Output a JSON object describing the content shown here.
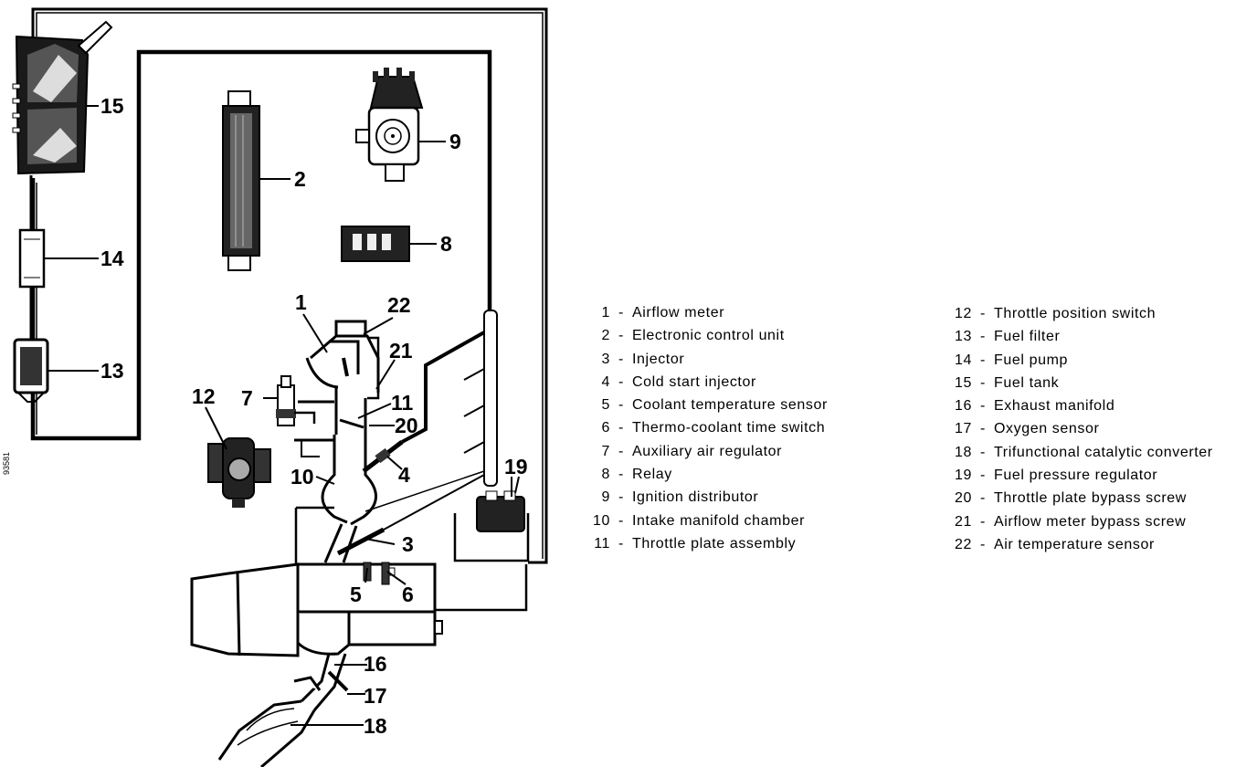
{
  "figure_code": "93581",
  "legend": {
    "left": [
      {
        "num": "1",
        "label": "Airflow meter"
      },
      {
        "num": "2",
        "label": "Electronic control unit"
      },
      {
        "num": "3",
        "label": "Injector"
      },
      {
        "num": "4",
        "label": "Cold start injector"
      },
      {
        "num": "5",
        "label": "Coolant temperature sensor"
      },
      {
        "num": "6",
        "label": "Thermo-coolant time switch"
      },
      {
        "num": "7",
        "label": "Auxiliary air regulator"
      },
      {
        "num": "8",
        "label": "Relay"
      },
      {
        "num": "9",
        "label": "Ignition distributor"
      },
      {
        "num": "10",
        "label": "Intake manifold chamber"
      },
      {
        "num": "11",
        "label": "Throttle plate assembly"
      }
    ],
    "right": [
      {
        "num": "12",
        "label": "Throttle position switch"
      },
      {
        "num": "13",
        "label": "Fuel filter"
      },
      {
        "num": "14",
        "label": "Fuel pump"
      },
      {
        "num": "15",
        "label": "Fuel tank"
      },
      {
        "num": "16",
        "label": "Exhaust manifold"
      },
      {
        "num": "17",
        "label": "Oxygen sensor"
      },
      {
        "num": "18",
        "label": "Trifunctional catalytic converter"
      },
      {
        "num": "19",
        "label": "Fuel pressure regulator"
      },
      {
        "num": "20",
        "label": "Throttle plate bypass screw"
      },
      {
        "num": "21",
        "label": "Airflow meter bypass screw"
      },
      {
        "num": "22",
        "label": "Air temperature sensor"
      }
    ],
    "separator": "-"
  },
  "callouts": {
    "c1": "1",
    "c2": "2",
    "c3": "3",
    "c4": "4",
    "c5": "5",
    "c6": "6",
    "c7": "7",
    "c8": "8",
    "c9": "9",
    "c10": "10",
    "c11": "11",
    "c12": "12",
    "c13": "13",
    "c14": "14",
    "c15": "15",
    "c16": "16",
    "c17": "17",
    "c18": "18",
    "c19": "19",
    "c20": "20",
    "c21": "21",
    "c22": "22"
  }
}
